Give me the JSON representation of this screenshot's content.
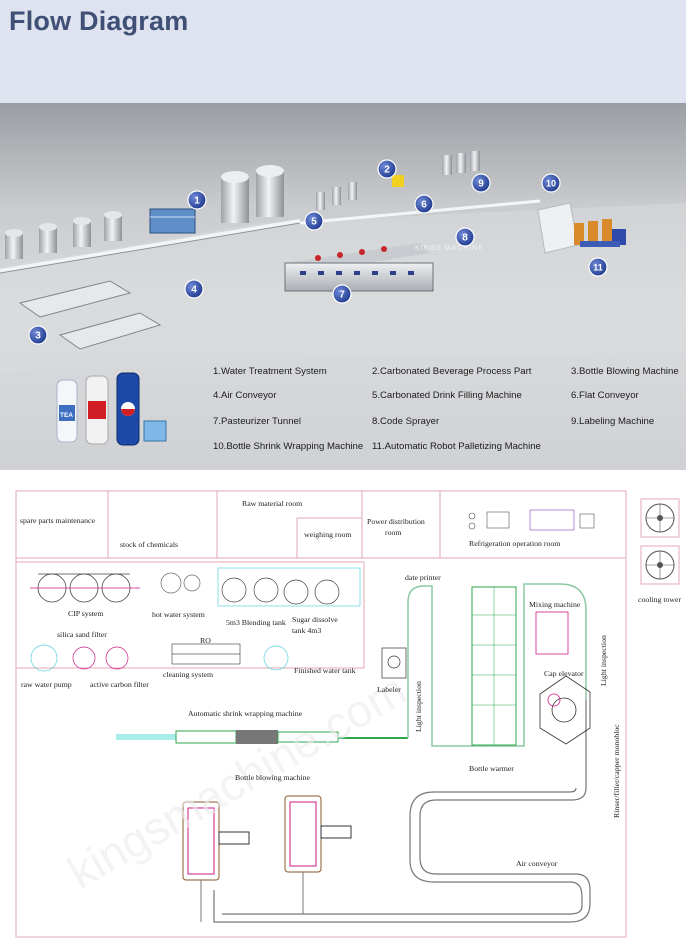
{
  "header": {
    "title": "Flow Diagram"
  },
  "markers": [
    "1",
    "2",
    "3",
    "4",
    "5",
    "6",
    "7",
    "8",
    "9",
    "10",
    "11"
  ],
  "render_watermark": "KINGS MACHINE",
  "legend": [
    "1.Water Treatment System",
    "2.Carbonated Beverage Process Part",
    "3.Bottle Blowing Machine",
    "4.Air Conveyor",
    "5.Carbonated Drink Filling Machine",
    "6.Flat Conveyor",
    "7.Pasteurizer Tunnel",
    "8.Code Sprayer",
    "9.Labeling Machine",
    "10.Bottle Shrink Wrapping Machine",
    "11.Automatic Robot Palletizing Machine"
  ],
  "bottles": {
    "tea": "TEA"
  },
  "layout_labels": {
    "spare_parts": "spare parts maintenance",
    "chemicals": "stock of chemicals",
    "raw_material": "Raw material room",
    "weighing": "weighing room",
    "power_line1": "Power distribution",
    "power_line2": "room",
    "refrigeration": "Refrigeration operation room",
    "cooling_tower": "cooling tower",
    "cip": "CIP system",
    "hot_water": "hot water system",
    "blending": "5m3 Blending tank",
    "sugar_line1": "Sugar dissolve",
    "sugar_line2": "tank 4m3",
    "silica": "silica sand filter",
    "ro": "RO",
    "raw_water_pump": "raw water pump",
    "carbon_filter": "active carbon filter",
    "cleaning": "cleaning system",
    "finished_water": "Finished water tank",
    "date_printer": "date printer",
    "labeler": "Labeler",
    "light_inspection_a": "Light inspection",
    "mixing": "Mixing machine",
    "cap_elevator": "Cap elevator",
    "light_inspection_b": "Light inspection",
    "monobloc": "Rinser/filler/capper monobloc",
    "shrink": "Automatic shrink wrapping machine",
    "bottle_warmer": "Bottle warmer",
    "blowing": "Bottle blowing machine",
    "air_conveyor": "Air conveyor"
  }
}
